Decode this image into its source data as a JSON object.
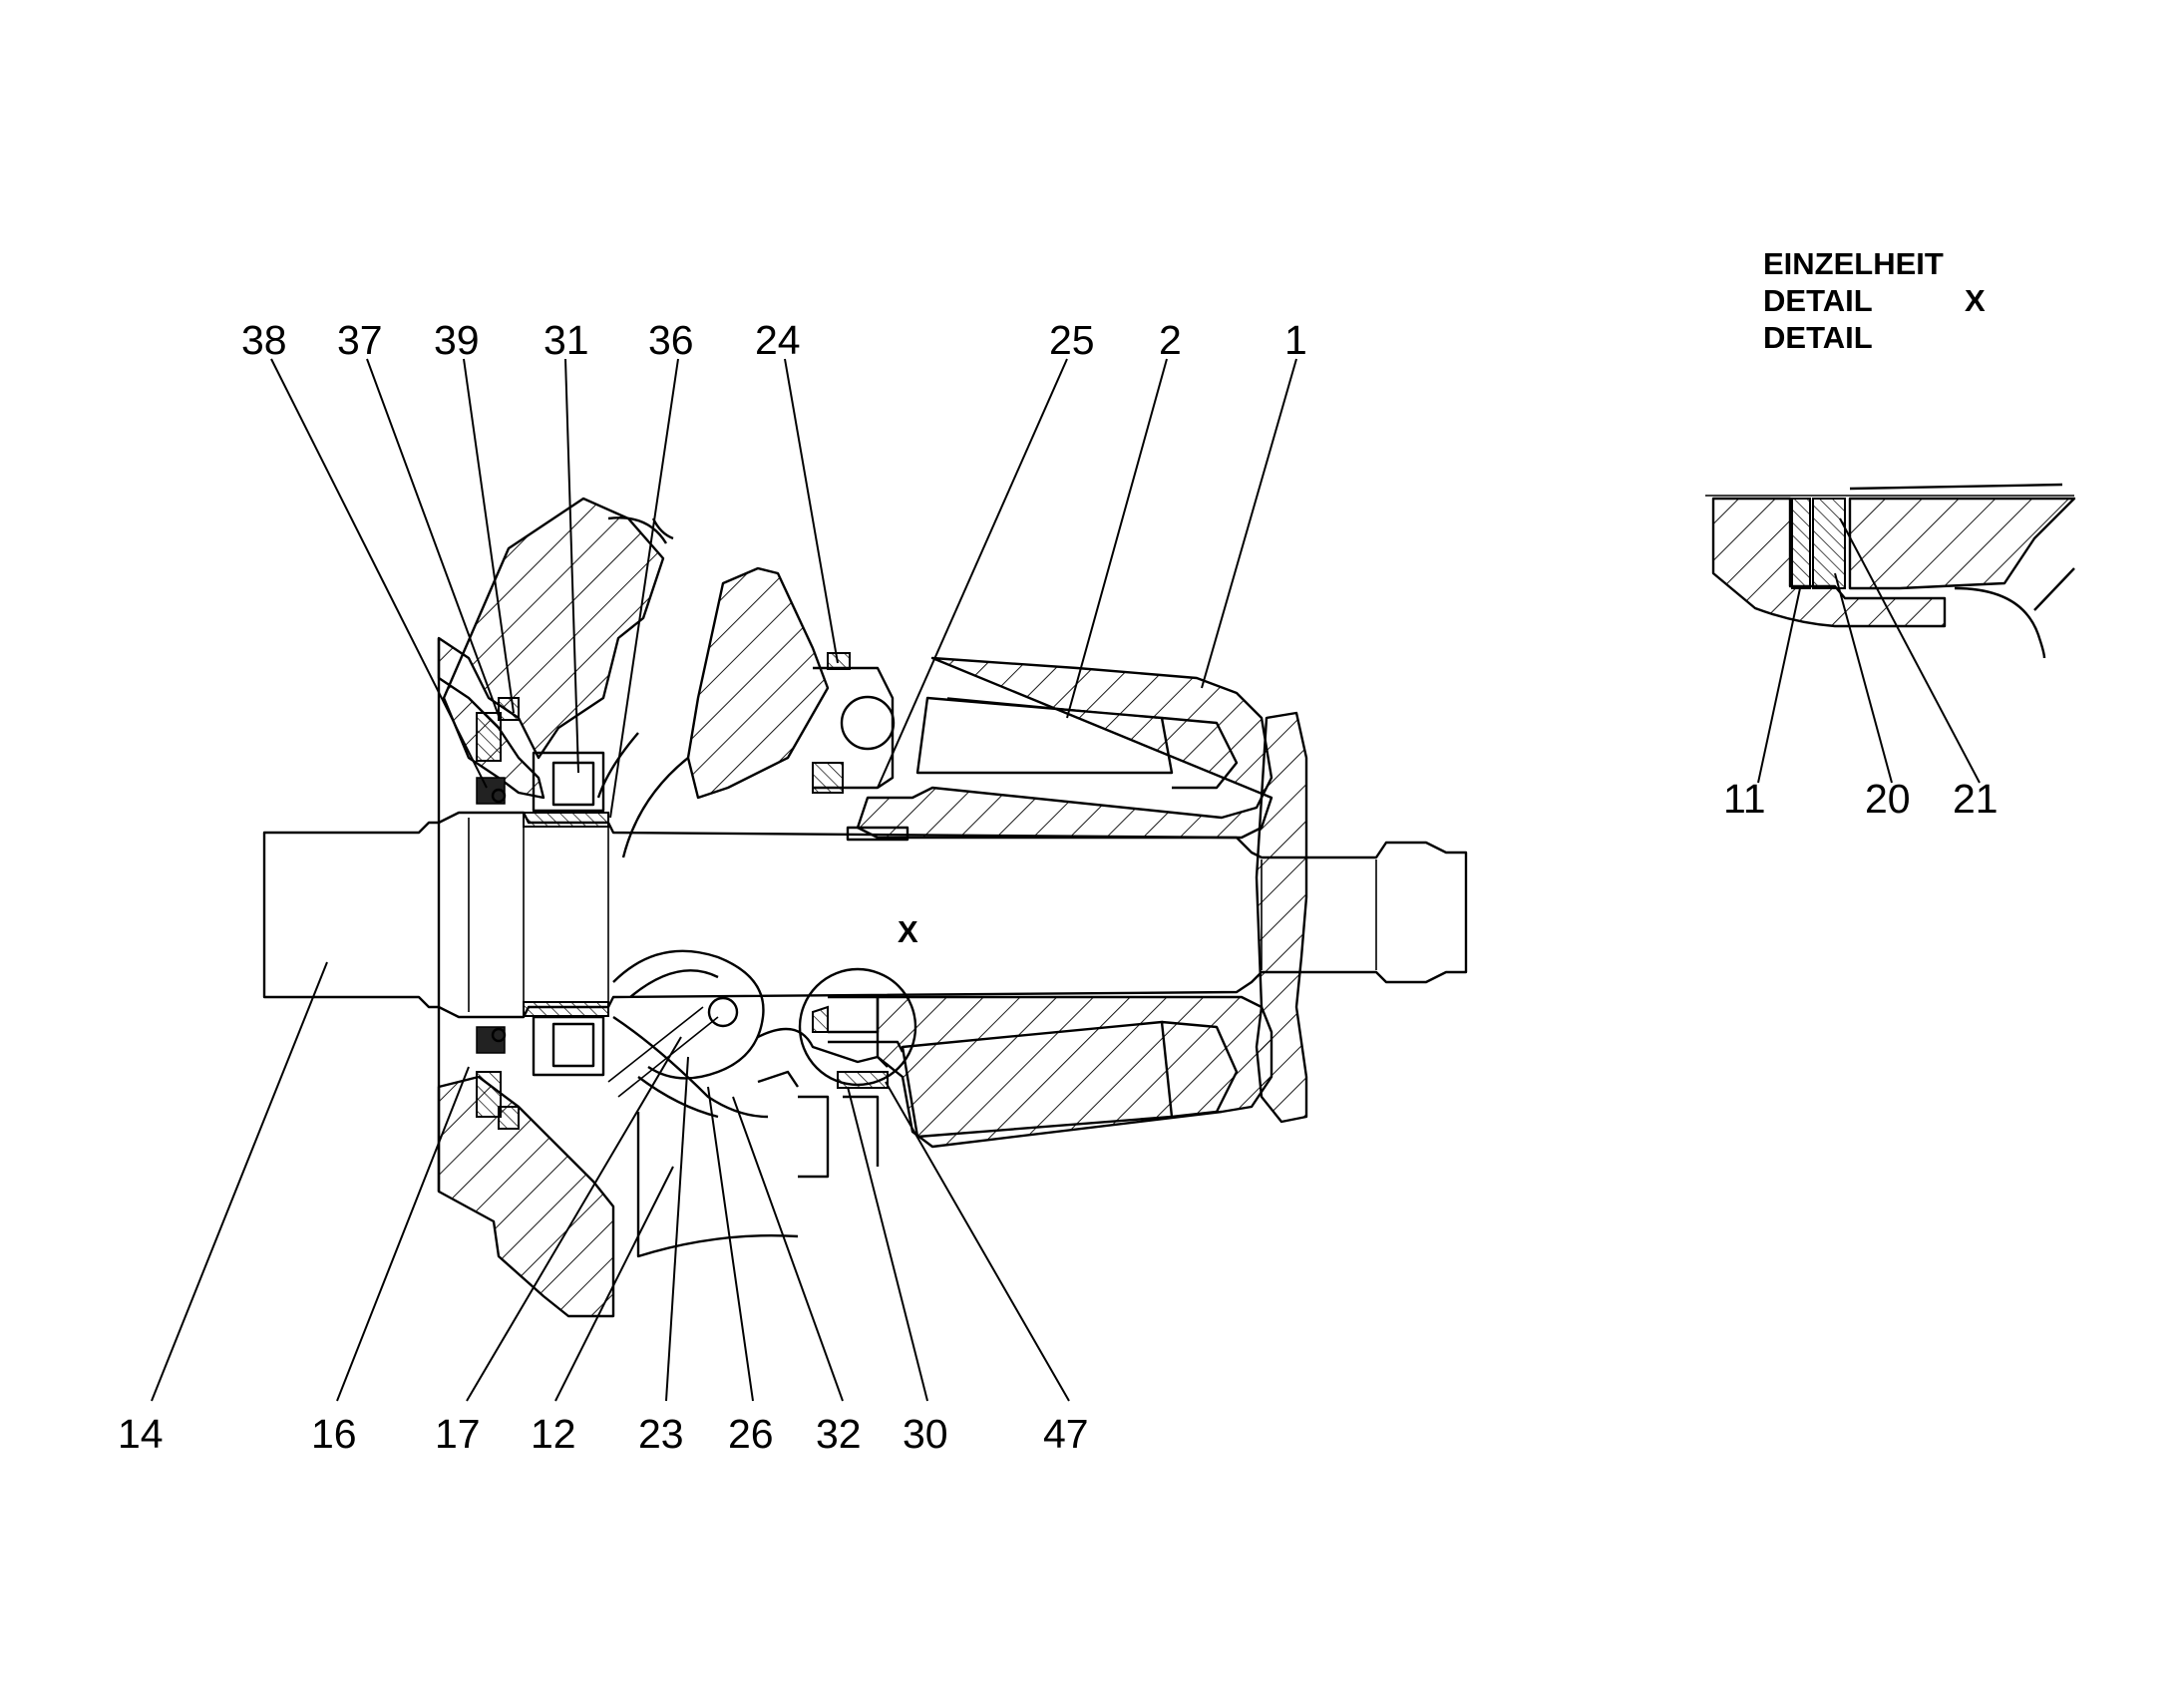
{
  "detail": {
    "line1": "EINZELHEIT",
    "line2": "DETAIL",
    "line3": "DETAIL",
    "marker": "X"
  },
  "view_marker": "X",
  "callouts": {
    "c38": "38",
    "c37": "37",
    "c39": "39",
    "c31": "31",
    "c36": "36",
    "c24": "24",
    "c25": "25",
    "c2": "2",
    "c1": "1",
    "c14": "14",
    "c16": "16",
    "c17": "17",
    "c12": "12",
    "c23": "23",
    "c26": "26",
    "c32": "32",
    "c30": "30",
    "c47": "47",
    "c11": "11",
    "c20": "20",
    "c21": "21"
  },
  "colors": {
    "ink": "#000000",
    "paper": "#ffffff"
  }
}
